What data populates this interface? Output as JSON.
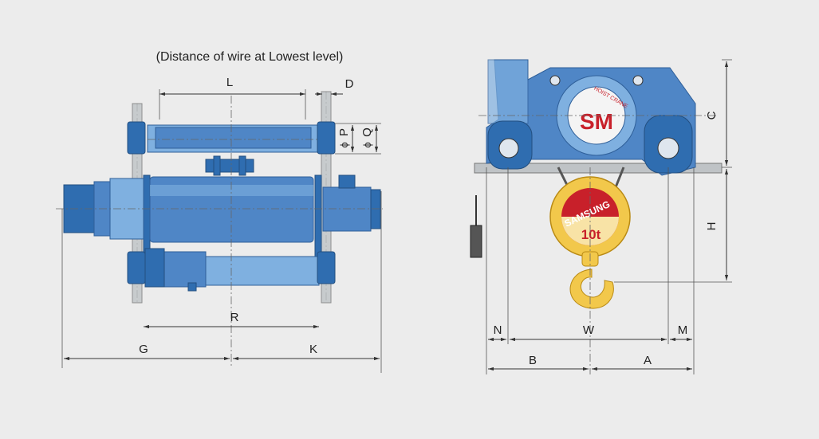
{
  "caption": "(Distance of wire at Lowest level)",
  "labels": {
    "L": "L",
    "D": "D",
    "P": "P",
    "Q": "Q",
    "phi": "ϕ",
    "R": "R",
    "G": "G",
    "K": "K",
    "C": "C",
    "H": "H",
    "N": "N",
    "W": "W",
    "M": "M",
    "B": "B",
    "A": "A"
  },
  "logo": {
    "emblem": "SM",
    "ring_text": "HOIST CRANE",
    "brand": "SAMSUNG",
    "capacity": "10t"
  },
  "colors": {
    "background": "#ececec",
    "hoist_blue": "#4f86c6",
    "hook_yellow": "#f2c84b",
    "logo_red": "#c8202a"
  }
}
